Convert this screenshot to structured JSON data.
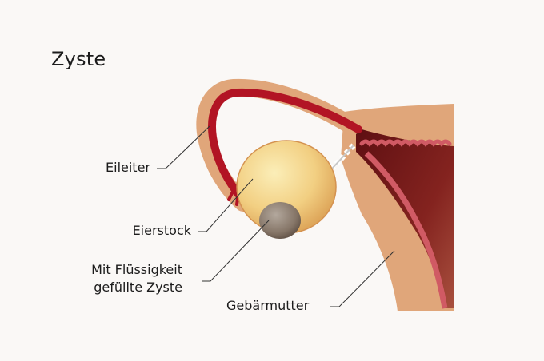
{
  "title": "Zyste",
  "labels": {
    "tube": "Eileiter",
    "ovary": "Eierstock",
    "cyst_line1": "Mit Flüssigkeit",
    "cyst_line2": "gefüllte Zyste",
    "uterus": "Gebärmutter"
  },
  "colors": {
    "background": "#faf8f6",
    "tissue": "#e0a67a",
    "tube_lumen": "#b21424",
    "cavity": "#7b1d1a",
    "endometrium": "#d05a64",
    "ovary": "#f0c97a",
    "cyst": "#8a7d73",
    "leader_line": "#333333"
  }
}
